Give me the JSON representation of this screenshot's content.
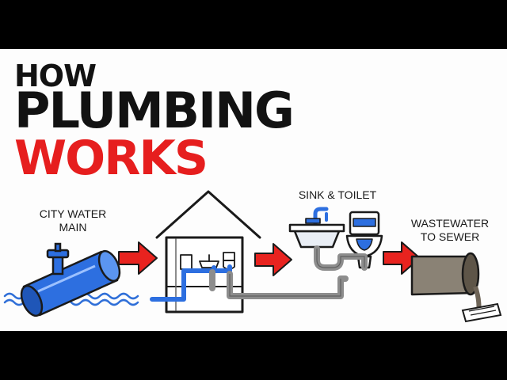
{
  "title": {
    "line1": "HOW",
    "line2": "PLUMBING",
    "line3": "WORKS"
  },
  "labels": {
    "city_water_main": [
      "CITY WATER",
      "MAIN"
    ],
    "sink_toilet": "SINK & TOILET",
    "wastewater": [
      "WASTEWATER",
      "TO SEWER"
    ]
  },
  "colors": {
    "title_dark": "#121212",
    "title_red": "#e61e1e",
    "arrow_red": "#e8231f",
    "clean_water_blue": "#2d6fe0",
    "waste_pipe_gray": "#8d8d8d",
    "water_wave_blue": "#2f6fd8",
    "outline": "#1a1a1a"
  },
  "icons": [
    "water-main-pipe-icon",
    "valve-icon",
    "house-icon",
    "sink-icon",
    "toilet-icon",
    "sewer-pipe-icon",
    "drain-grate-icon"
  ]
}
